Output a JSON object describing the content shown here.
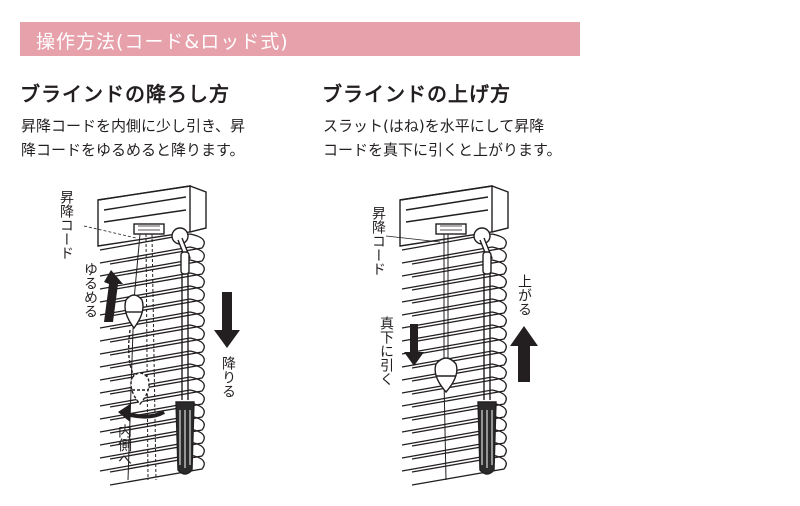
{
  "header": {
    "title": "操作方法(コード&ロッド式)",
    "bg_color": "#e7a1ab"
  },
  "lowering": {
    "title": "ブラインドの降ろし方",
    "desc_line1": "昇降コードを内側に少し引き、昇",
    "desc_line2": "降コードをゆるめると降ります。",
    "label_cord": "昇降コード",
    "label_loosen": "ゆるめる",
    "label_inward": "内側へ",
    "label_down": "降りる"
  },
  "raising": {
    "title": "ブラインドの上げ方",
    "desc_line1": "スラット(はね)を水平にして昇降",
    "desc_line2": "コードを真下に引くと上がります。",
    "label_cord": "昇降コード",
    "label_pull_down": "真下に引く",
    "label_up": "上がる"
  }
}
